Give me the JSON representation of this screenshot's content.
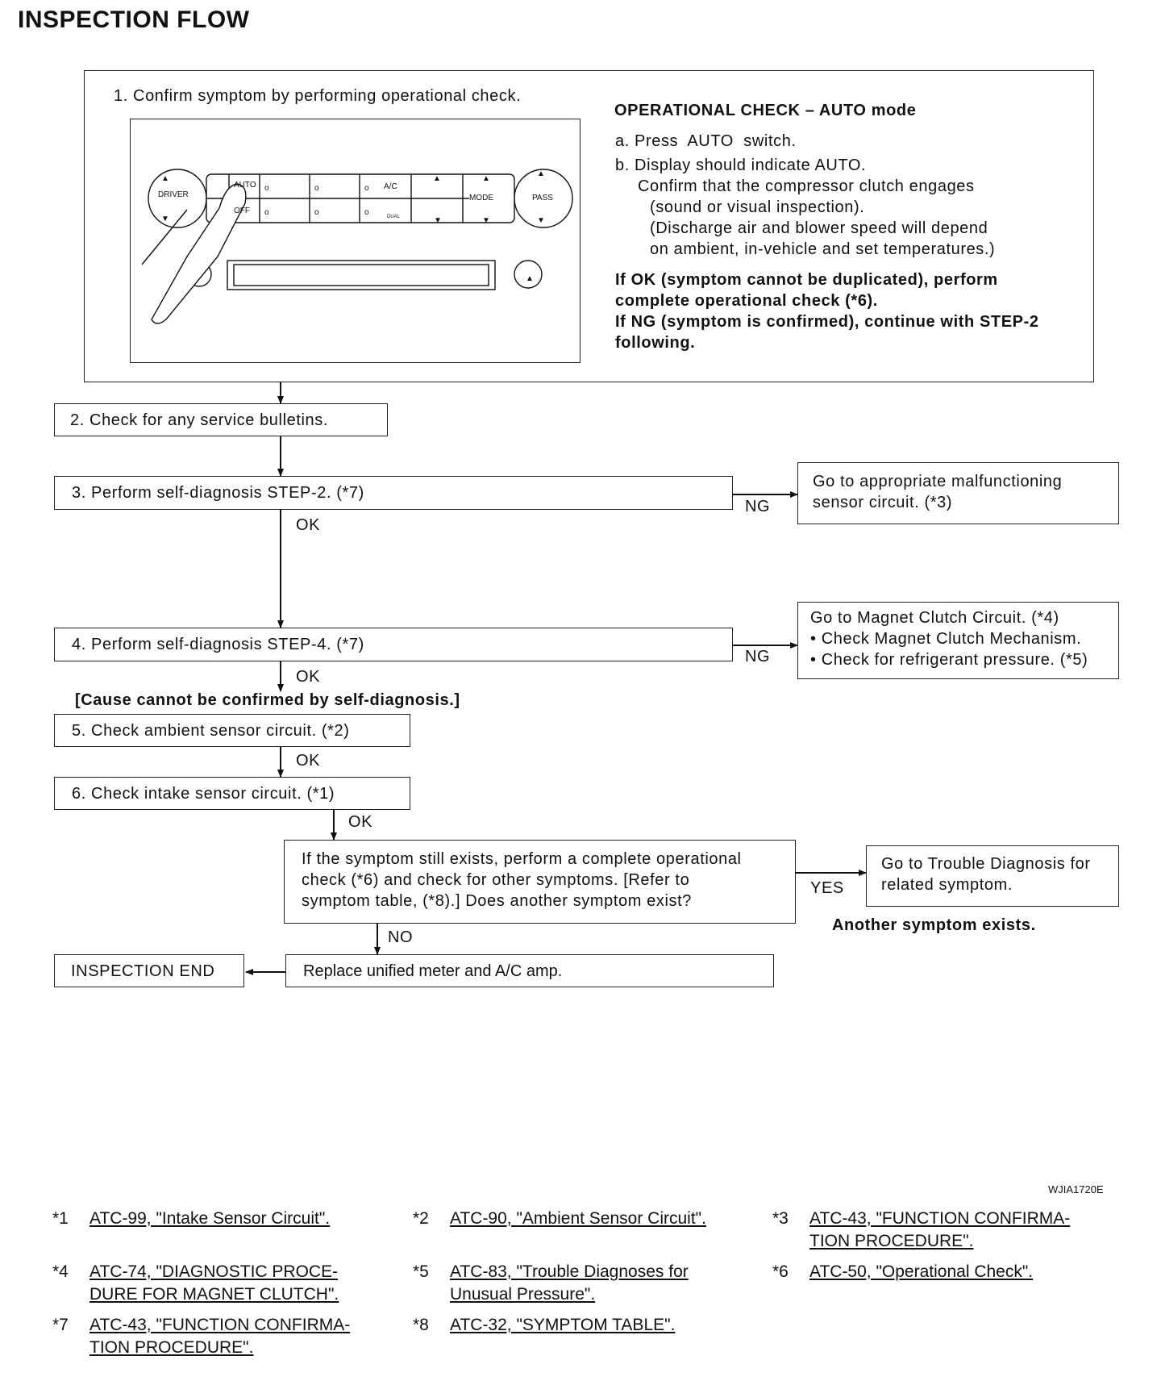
{
  "title": "INSPECTION FLOW",
  "step1": {
    "text": "1. Confirm symptom by performing operational check.",
    "panel": {
      "driver": "DRIVER",
      "auto": "AUTO",
      "off": "OFF",
      "ac": "A/C",
      "mode": "MODE",
      "dual": "DUAL",
      "pass": "PASS"
    },
    "opcheck": {
      "heading": "OPERATIONAL CHECK – AUTO mode",
      "line_a": "a. Press  AUTO  switch.",
      "line_b": "b. Display should indicate AUTO.",
      "line_b2": "Confirm that the compressor clutch engages",
      "line_b3": "(sound or visual inspection).",
      "line_b4": "(Discharge air and blower speed will depend",
      "line_b5": "on ambient, in-vehicle and set temperatures.)",
      "ok_1": "If OK (symptom cannot be duplicated), perform",
      "ok_2": "complete operational check (*6).",
      "ng_1": "If NG (symptom is confirmed), continue with STEP-2",
      "ng_2": "following."
    }
  },
  "step2": "2. Check for any service bulletins.",
  "step3": "3. Perform self-diagnosis STEP-2. (*7)",
  "step3_ng_1": "Go to appropriate malfunctioning",
  "step3_ng_2": "sensor circuit. (*3)",
  "step4": "4. Perform self-diagnosis STEP-4. (*7)",
  "step4_ng_1": "Go to Magnet Clutch Circuit. (*4)",
  "step4_ng_2": "• Check Magnet Clutch Mechanism.",
  "step4_ng_3": "• Check for refrigerant pressure. (*5)",
  "cause_note": "[Cause cannot be confirmed by self-diagnosis.]",
  "step5": "5. Check ambient sensor circuit. (*2)",
  "step6": "6. Check intake sensor circuit. (*1)",
  "decision_1": "If the symptom still exists, perform a complete operational",
  "decision_2": "check (*6) and check for other symptoms. [Refer to",
  "decision_3": "symptom table, (*8).] Does another symptom exist?",
  "yes_box_1": "Go to Trouble Diagnosis for",
  "yes_box_2": "related symptom.",
  "another_symptom": "Another symptom exists.",
  "replace": "Replace unified meter and A/C amp.",
  "end": "INSPECTION END",
  "labels": {
    "ng": "NG",
    "ok": "OK",
    "yes": "YES",
    "no": "NO"
  },
  "figure_id": "WJIA1720E",
  "footnotes": [
    {
      "key": "*1",
      "line1": "ATC-99, \"Intake Sensor Circuit\".",
      "line2": ""
    },
    {
      "key": "*2",
      "line1": "ATC-90, \"Ambient Sensor Circuit\".",
      "line2": ""
    },
    {
      "key": "*3",
      "line1": "ATC-43, \"FUNCTION CONFIRMA-",
      "line2": "TION PROCEDURE\"."
    },
    {
      "key": "*4",
      "line1": "ATC-74, \"DIAGNOSTIC PROCE-",
      "line2": "DURE FOR MAGNET CLUTCH\"."
    },
    {
      "key": "*5",
      "line1": "ATC-83, \"Trouble Diagnoses for",
      "line2": "Unusual Pressure\"."
    },
    {
      "key": "*6",
      "line1": "ATC-50, \"Operational Check\".",
      "line2": ""
    },
    {
      "key": "*7",
      "line1": "ATC-43, \"FUNCTION CONFIRMA-",
      "line2": "TION PROCEDURE\"."
    },
    {
      "key": "*8",
      "line1": "ATC-32, \"SYMPTOM TABLE\".",
      "line2": ""
    }
  ]
}
